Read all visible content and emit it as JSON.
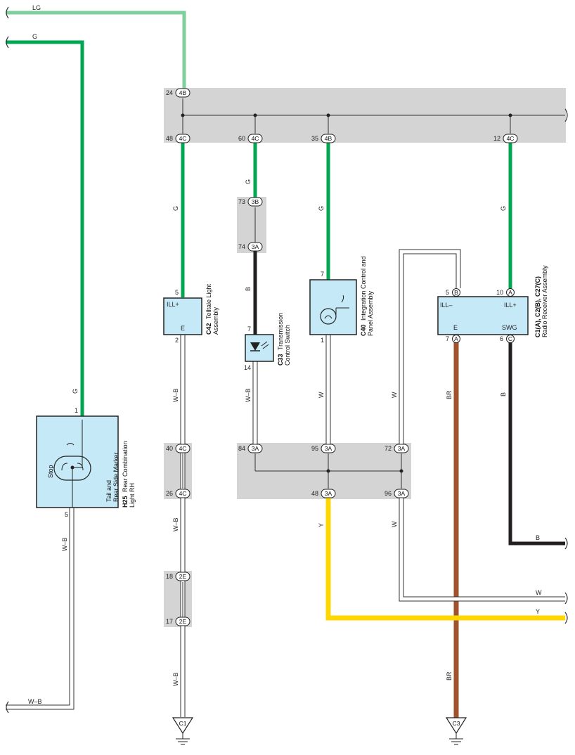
{
  "wire_labels": {
    "lg_top": "LG",
    "g_top": "G",
    "g_c42": "G",
    "g_c33_top": "G",
    "b_c33": "B",
    "g_c40": "G",
    "g_c1": "G",
    "g_h25": "G",
    "wb_h25": "W–B",
    "wb_h25_bottom": "W–B",
    "wb_c42": "W–B",
    "wb_mid": "W–B",
    "wb_bottom": "W–B",
    "wb_c33": "W–B",
    "w_c40": "W",
    "w_right_upper": "W",
    "br_upper": "BR",
    "br_lower": "BR",
    "b_swg": "B",
    "b_right_out": "B",
    "y_mid": "Y",
    "w_lower": "W",
    "w_right_out": "W",
    "y_right_out": "Y"
  },
  "connectors": {
    "j24": {
      "pin": "24",
      "code": "4B"
    },
    "j48": {
      "pin": "48",
      "code": "4C"
    },
    "j60": {
      "pin": "60",
      "code": "4C"
    },
    "j35": {
      "pin": "35",
      "code": "4B"
    },
    "j12": {
      "pin": "12",
      "code": "4C"
    },
    "j73": {
      "pin": "73",
      "code": "3B"
    },
    "j74": {
      "pin": "74",
      "code": "3A"
    },
    "j84": {
      "pin": "84",
      "code": "3A"
    },
    "j95": {
      "pin": "95",
      "code": "3A"
    },
    "j72": {
      "pin": "72",
      "code": "3A"
    },
    "j48b": {
      "pin": "48",
      "code": "3A"
    },
    "j96": {
      "pin": "96",
      "code": "3A"
    },
    "j40": {
      "pin": "40",
      "code": "4C"
    },
    "j26": {
      "pin": "26",
      "code": "4C"
    },
    "j18": {
      "pin": "18",
      "code": "2E"
    },
    "j17": {
      "pin": "17",
      "code": "2E"
    },
    "c1_b": {
      "pin": "5",
      "code": "B"
    },
    "c1_a10": {
      "pin": "10",
      "code": "A"
    },
    "c1_a7": {
      "pin": "7",
      "code": "A"
    },
    "c1_c6": {
      "pin": "6",
      "code": "C"
    }
  },
  "components": {
    "c42": {
      "code": "C42",
      "name1": "Telltale Light",
      "name2": "Assembly",
      "pin_top": "5",
      "pin_bottom": "2",
      "term_top": "ILL+",
      "term_bottom": "E"
    },
    "c33": {
      "code": "C33",
      "name1": "Transmission",
      "name2": "Control Switch",
      "pin_top": "7",
      "pin_bottom": "14"
    },
    "c40": {
      "code": "C40",
      "name1": "Integration Control and",
      "name2": "Panel Assembly",
      "pin_top": "7",
      "pin_bottom": "1"
    },
    "c1": {
      "code": "C1(A), C2(B), C27(C)",
      "name1": "Radio Receiver Assembly",
      "term_ill_minus": "ILL–",
      "term_ill_plus": "ILL+",
      "term_e": "E",
      "term_swg": "SWG"
    },
    "h25": {
      "code": "H25",
      "name1": "Rear Combination",
      "name2": "Light RH",
      "pin_top": "1",
      "pin_bottom": "5",
      "inner1": "Tail and",
      "inner2": "Rear Side Marker",
      "inner3": "Stop"
    }
  },
  "grounds": {
    "c1g": "C1",
    "c3g": "C3"
  },
  "colors": {
    "green": "#00a651",
    "light_green": "#7fcf9e",
    "black": "#231f20",
    "brown": "#a0522d",
    "yellow": "#ffd700",
    "gray_band": "#d4d4d4",
    "component_fill": "#c6e9f8"
  }
}
